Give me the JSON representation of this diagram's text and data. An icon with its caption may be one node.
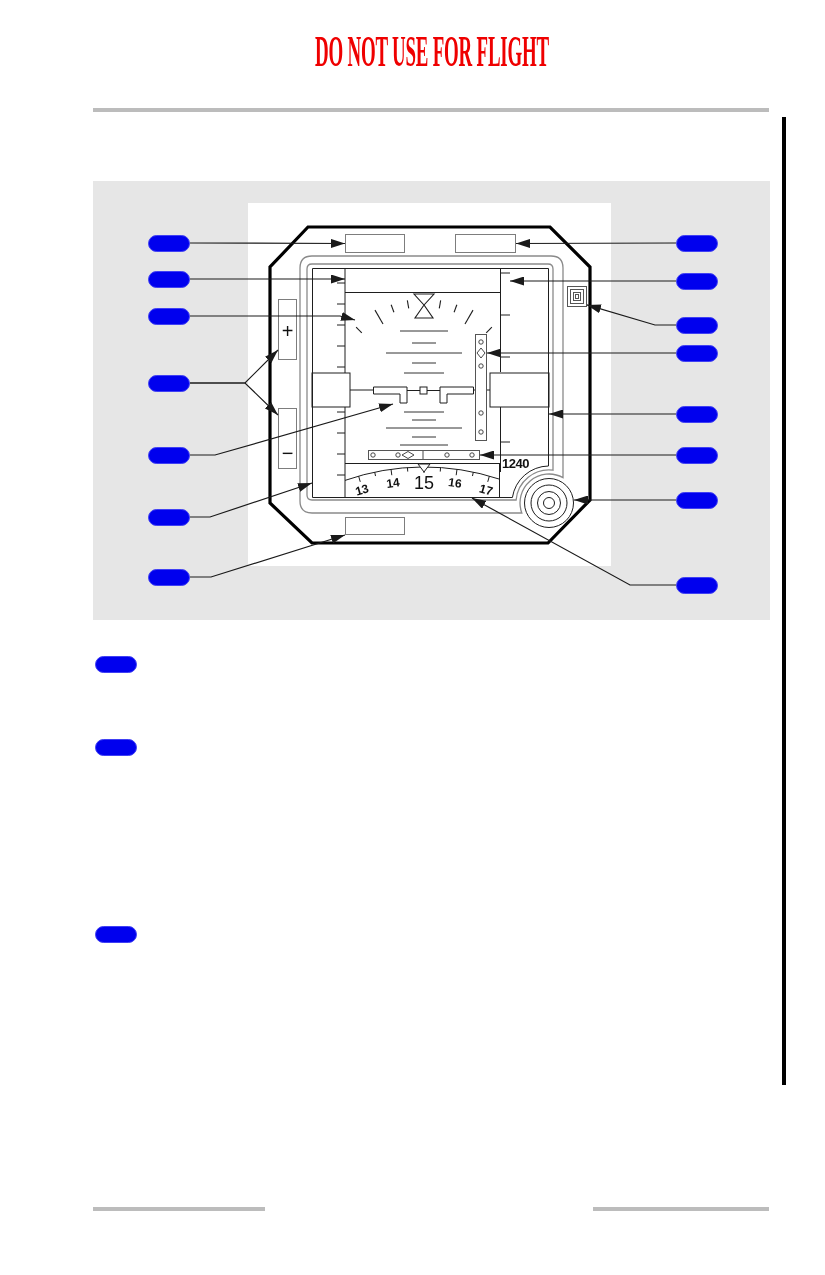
{
  "diagram": {
    "nodes": [
      {
        "text": [],
        "shape": "pill"
      },
      {
        "text": [],
        "shape": "box"
      },
      {
        "text": [],
        "shape": "box"
      },
      {
        "text": [],
        "shape": "pill"
      },
      {
        "text": [],
        "shape": "pill"
      },
      {
        "text": [],
        "shape": "box"
      },
      {
        "text": [],
        "shape": "bar",
        "in": 5
      },
      {
        "text": [],
        "shape": "bar",
        "in": 5
      },
      {
        "text": [],
        "shape": "pill"
      },
      {
        "text": [],
        "shape": "box"
      },
      {
        "text": [
          "+"
        ]
      },
      {
        "text": [],
        "shape": "pill"
      },
      {
        "text": [],
        "shape": "arc",
        "in": 5
      },
      {
        "text": [],
        "shape": "pill"
      },
      {
        "text": [],
        "shape": "bar",
        "in": 5
      },
      {
        "text": [],
        "shape": "pill"
      },
      {
        "text": [],
        "shape": "pill"
      },
      {
        "text": [],
        "shape": "picture",
        "in": 5
      },
      {
        "text": [
          "1240"
        ],
        "in": 5
      },
      {
        "text": [],
        "shape": "pill"
      },
      {
        "text": [
          "−"
        ]
      },
      {
        "text": [],
        "shape": "pill"
      },
      {
        "text": [],
        "shape": "bar",
        "in": 5
      },
      {
        "text": [],
        "shape": "pill"
      },
      {
        "text": [
          "13",
          "14",
          "15",
          "16",
          "17"
        ],
        "in": 5
      },
      {
        "text": [],
        "shape": "circle"
      },
      {
        "text": [],
        "shape": "pill"
      },
      {
        "text": [],
        "shape": "pill"
      },
      {
        "text": [],
        "shape": "box"
      },
      {
        "text": [],
        "shape": "pill"
      },
      {
        "text": [],
        "shape": "pill"
      },
      {
        "text": [],
        "shape": "pill"
      },
      {
        "text": [],
        "shape": "pill"
      },
      {
        "text": [],
        "shape": "pill"
      }
    ],
    "edges": [
      {
        "from": 0,
        "to": 1,
        "arrow": "to"
      },
      {
        "from": 3,
        "to": 2,
        "arrow": "to"
      },
      {
        "from": 4,
        "to": 6,
        "arrow": "to"
      },
      {
        "from": 8,
        "to": 7,
        "arrow": "to"
      },
      {
        "from": 11,
        "to": 12,
        "arrow": "to"
      },
      {
        "from": 13,
        "to": 9,
        "arrow": "to"
      },
      {
        "from": 15,
        "to": 14,
        "arrow": "to"
      },
      {
        "from": 16,
        "to": 10,
        "arrow": "to"
      },
      {
        "from": 16,
        "to": 20,
        "arrow": "to"
      },
      {
        "from": 21,
        "to": 17,
        "arrow": "to"
      },
      {
        "from": 19,
        "to": 18,
        "arrow": "to"
      },
      {
        "from": 23,
        "to": 22,
        "arrow": "to"
      },
      {
        "from": 26,
        "to": 25,
        "arrow": "to"
      },
      {
        "from": 27,
        "to": 5,
        "arrow": "to"
      },
      {
        "from": 29,
        "to": 28,
        "arrow": "to"
      },
      {
        "from": 30,
        "to": 24,
        "arrow": "to"
      }
    ],
    "labels": [
      "DO NOT USE FOR FLIGHT"
    ]
  }
}
